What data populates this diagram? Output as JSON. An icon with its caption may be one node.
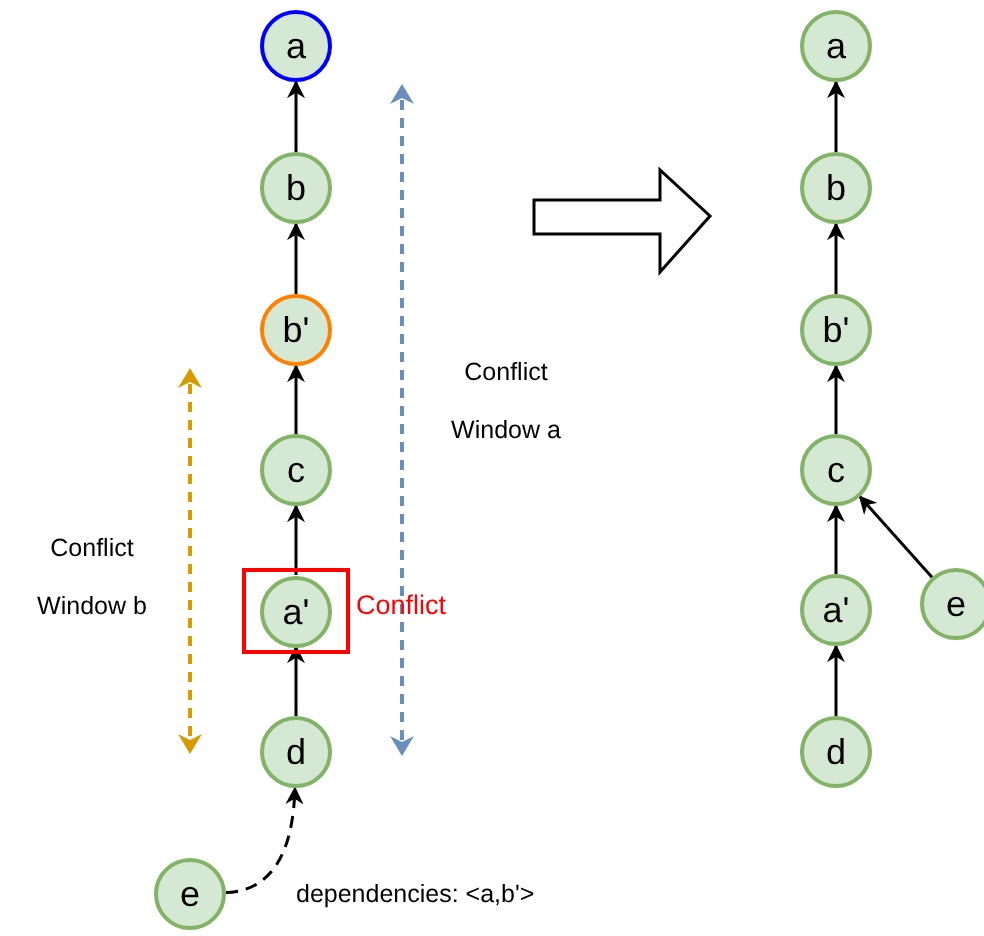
{
  "diagram": {
    "nodes": [
      {
        "text": [
          "a"
        ]
      },
      {
        "text": [
          "b"
        ]
      },
      {
        "text": [
          "b'"
        ]
      },
      {
        "text": [
          "c"
        ]
      },
      {
        "text": [],
        "shape": "box",
        "beside": [
          "Conflict"
        ]
      },
      {
        "text": [
          "a'"
        ],
        "in": 4
      },
      {
        "text": [
          "d"
        ]
      },
      {
        "text": [
          "e"
        ]
      },
      {
        "text": [
          "a"
        ]
      },
      {
        "text": [
          "b"
        ]
      },
      {
        "text": [
          "b'"
        ]
      },
      {
        "text": [
          "c"
        ]
      },
      {
        "text": [
          "a'"
        ]
      },
      {
        "text": [
          "e"
        ]
      },
      {
        "text": [
          "d"
        ]
      }
    ],
    "edges": [
      {
        "from": 1,
        "to": 0,
        "arrow": "to"
      },
      {
        "from": 2,
        "to": 1,
        "arrow": "to"
      },
      {
        "from": 3,
        "to": 2,
        "arrow": "to"
      },
      {
        "from": 5,
        "to": 3,
        "arrow": "to"
      },
      {
        "from": 6,
        "to": 5,
        "arrow": "to"
      },
      {
        "from": 7,
        "to": 6,
        "arrow": "to",
        "style": "dashed"
      },
      {
        "from": 9,
        "to": 8,
        "arrow": "to"
      },
      {
        "from": 10,
        "to": 9,
        "arrow": "to"
      },
      {
        "from": 11,
        "to": 10,
        "arrow": "to"
      },
      {
        "from": 12,
        "to": 11,
        "arrow": "to"
      },
      {
        "from": 14,
        "to": 12,
        "arrow": "to"
      },
      {
        "from": 13,
        "to": 11,
        "arrow": "to"
      }
    ],
    "labels": [
      "Conflict Window a",
      "Conflict Window b",
      "dependencies: <a,b'>"
    ]
  }
}
